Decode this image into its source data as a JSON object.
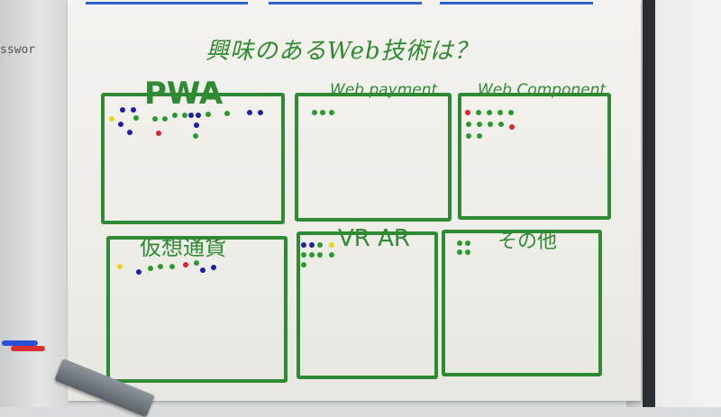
{
  "title": "興味のあるWeb技術は？",
  "side_text": "sswor",
  "colors": {
    "marker_green": "#2e8b33",
    "dot_green": "#2a9a2e",
    "dot_blue": "#1c1fa8",
    "dot_red": "#e0202a",
    "dot_yellow": "#e8d51a",
    "top_rule": "#2f5fd0"
  },
  "categories": [
    {
      "id": "pwa",
      "label": "PWA",
      "votes": {
        "green": 9,
        "blue": 8,
        "red": 1,
        "yellow": 1
      }
    },
    {
      "id": "payment",
      "label": "Web payment",
      "votes": {
        "green": 3,
        "blue": 0,
        "red": 0,
        "yellow": 0
      }
    },
    {
      "id": "component",
      "label": "Web Component",
      "votes": {
        "green": 10,
        "blue": 0,
        "red": 2,
        "yellow": 0
      }
    },
    {
      "id": "crypto",
      "label": "仮想通貨",
      "votes": {
        "green": 4,
        "blue": 3,
        "red": 1,
        "yellow": 1
      }
    },
    {
      "id": "vrar",
      "label": "VR AR",
      "votes": {
        "green": 6,
        "blue": 2,
        "red": 0,
        "yellow": 1
      }
    },
    {
      "id": "other",
      "label": "その他",
      "votes": {
        "green": 4,
        "blue": 0,
        "red": 0,
        "yellow": 0
      }
    }
  ]
}
